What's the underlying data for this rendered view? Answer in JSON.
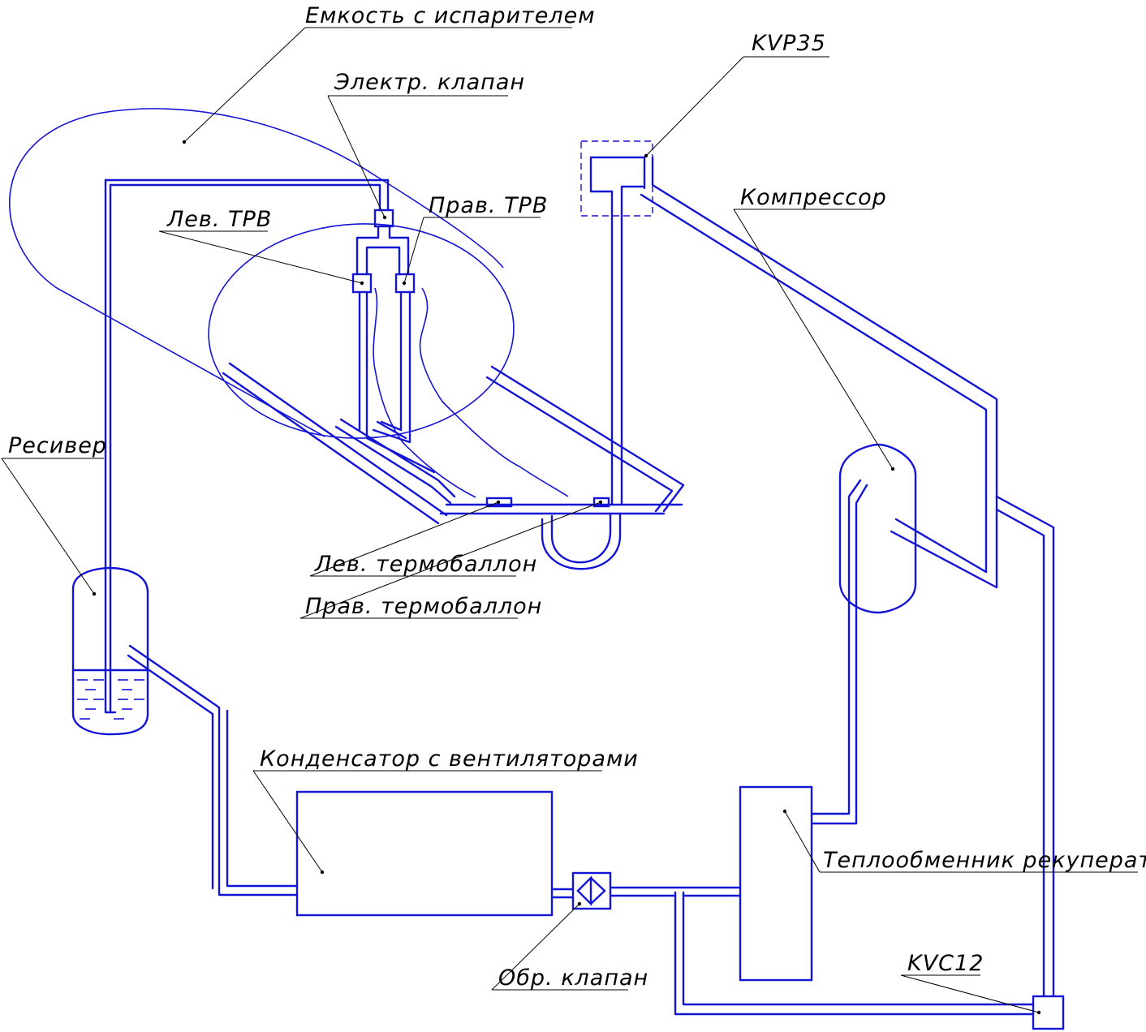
{
  "labels": {
    "tank": "Емкость с испарителем",
    "solenoid": "Электр. клапан",
    "kvp": "KVP35",
    "compressor": "Компрессор",
    "left_txv": "Лев. ТРВ",
    "right_txv": "Прав. ТРВ",
    "receiver": "Ресивер",
    "left_bulb": "Лев. термобаллон",
    "right_bulb": "Прав. термобаллон",
    "condenser": "Конденсатор с вентиляторами",
    "heat_exchanger": "Теплообменник рекуператора",
    "check_valve": "Обр. клапан",
    "kvc": "KVC12"
  }
}
